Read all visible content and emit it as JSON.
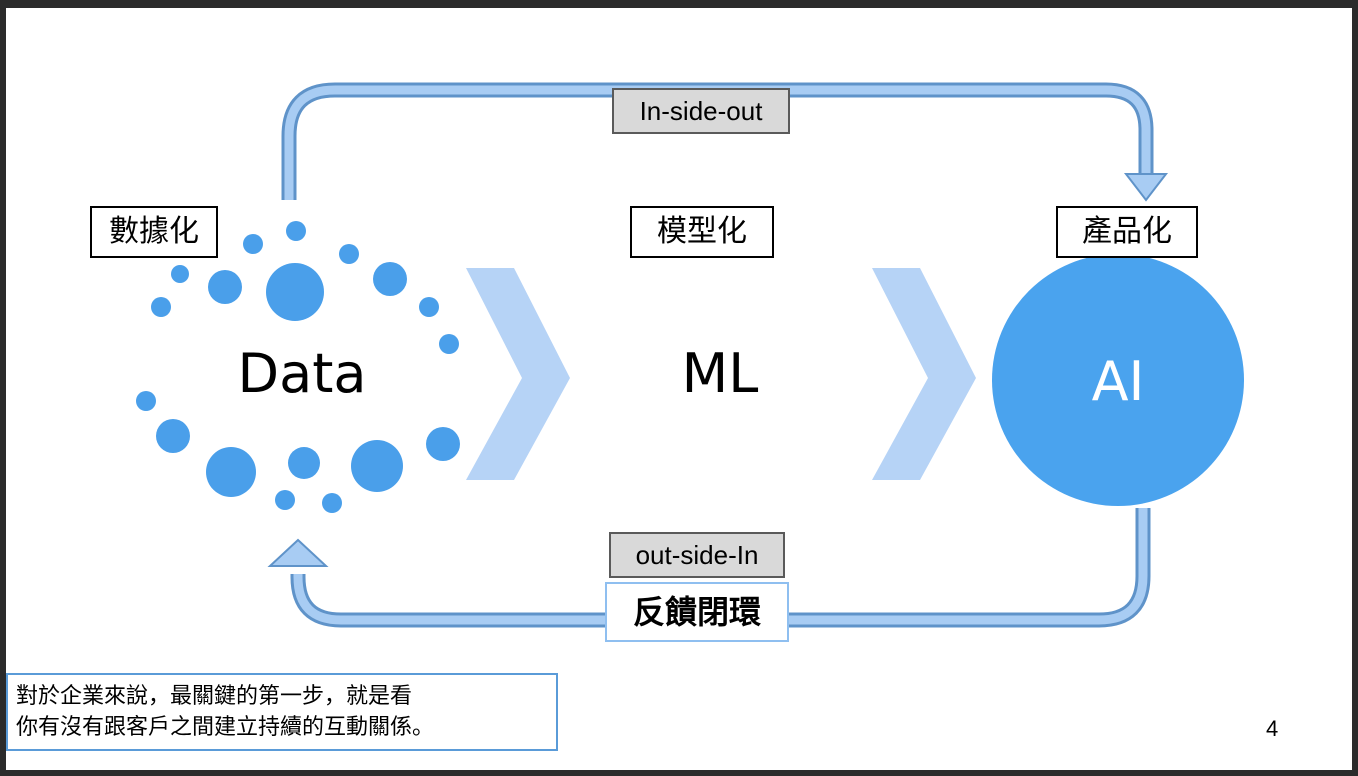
{
  "stages": {
    "data": {
      "tag": "數據化",
      "word": "Data"
    },
    "ml": {
      "tag": "模型化",
      "word": "ML"
    },
    "ai": {
      "tag": "產品化",
      "word": "AI"
    }
  },
  "loops": {
    "top_label": "In-side-out",
    "bottom_label": "out-side-In",
    "feedback_label": "反饋閉環"
  },
  "note": {
    "line1": "對於企業來說，最關鍵的第一步，就是看",
    "line2": "你有沒有跟客戶之間建立持續的互動關係。"
  },
  "page_number": "4",
  "colors": {
    "dot_blue": "#4a9fea",
    "arrow_blue": "#8ab8ec",
    "chevron_blue": "#b6d3f6",
    "ai_circle": "#4aa3ee"
  }
}
